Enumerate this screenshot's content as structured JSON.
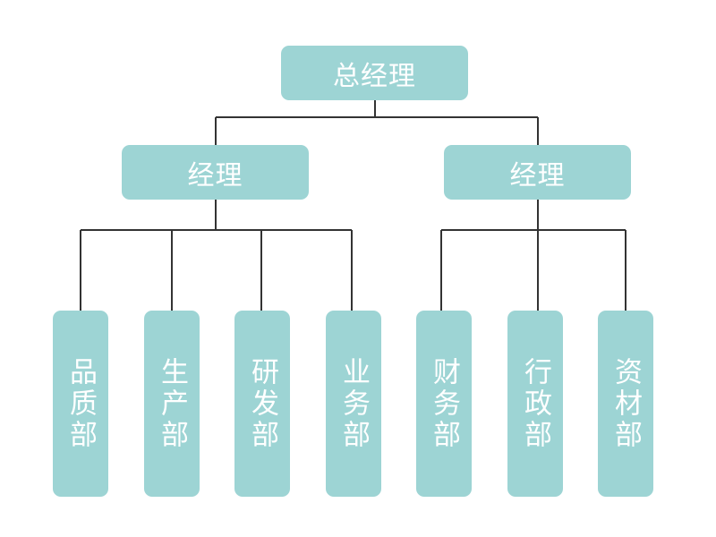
{
  "colors": {
    "node_fill": "#9dd4d4",
    "node_text": "#ffffff",
    "connector": "#333333",
    "background": "#ffffff"
  },
  "root": {
    "label": "总经理"
  },
  "managers": [
    {
      "label": "经理",
      "departments": [
        {
          "label": "品质部"
        },
        {
          "label": "生产部"
        },
        {
          "label": "研发部"
        },
        {
          "label": "业务部"
        }
      ]
    },
    {
      "label": "经理",
      "departments": [
        {
          "label": "财务部"
        },
        {
          "label": "行政部"
        },
        {
          "label": "资材部"
        }
      ]
    }
  ]
}
